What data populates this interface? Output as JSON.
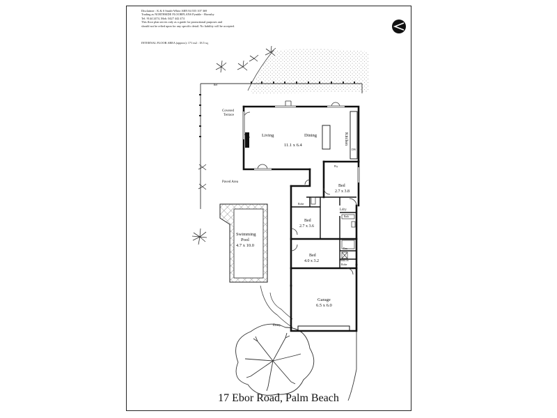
{
  "disclaimer": {
    "lines": [
      "Disclaimer : K & S Smith-White ABN 84 555 107 369",
      "Trading as NORTHSIDE FLOORPLANS Pymble - Hornsby",
      "Tel. 9144 2474, Mob. 0427 442 474",
      "This floor plan serves only as a guide for promotional purposes and",
      "should not be relied upon for any specific detail. No liability will be accepted."
    ]
  },
  "internal_area": "INTERNAL FLOOR AREA (approx): 171 m2 : 18.5 sq",
  "address": "17 Ebor Road, Palm Beach",
  "rooms": {
    "covered_terrace": [
      "Covered",
      "Terrace"
    ],
    "living": "Living",
    "dining": "Dining",
    "living_dims": "11.1 x 6.4",
    "kitchen": "Kitchen",
    "pantry": "Pty",
    "dw": "DW",
    "paved_area": "Paved Area",
    "bed1": "Bed",
    "bed1_dims": "2.7 x 3.8",
    "robe": "Robe",
    "ldry": "Ldry",
    "bath_upper": "Bath",
    "bed2": "Bed",
    "bed2_dims": "2.7 x 3.6",
    "ens": "Ens",
    "bed3": "Bed",
    "bed3_dims": "4.0 x 3.2",
    "walk_in_robe": [
      "Walk in",
      "Robe"
    ],
    "pool": [
      "Swimming",
      "Pool"
    ],
    "pool_dims": "4.7 x 10.0",
    "garage": "Garage",
    "garage_dims": "6.5 x 6.0",
    "entry": "Entry",
    "ref": "Ref"
  },
  "icons": {
    "compass": "compass-icon"
  }
}
